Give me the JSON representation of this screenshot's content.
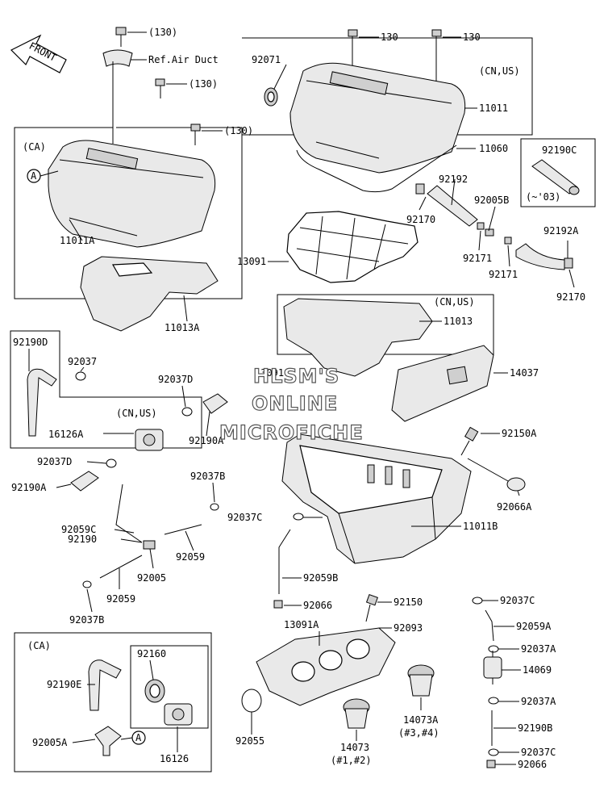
{
  "direction_arrow": "FRONT",
  "callouts": [
    "(130)",
    "Ref.Air Duct",
    "(130)",
    "(130)",
    "130",
    "130",
    "92071",
    "(CN,US)",
    "11011",
    "11060",
    "(CA)",
    "11011A",
    "11013A",
    "92190C",
    "(~'03)",
    "92192",
    "92005B",
    "92170",
    "92171",
    "92171",
    "92192A",
    "92170",
    "13091",
    "(CN,US)",
    "11013",
    "13091",
    "14037",
    "92190D",
    "92037",
    "92037D",
    "(CN,US)",
    "16126A",
    "92190A",
    "92037D",
    "92190A",
    "92037B",
    "92059C",
    "92190",
    "92005",
    "92059",
    "92059",
    "92037B",
    "92150A",
    "92066A",
    "11011B",
    "92037C",
    "92059B",
    "92066",
    "92150",
    "13091A",
    "92093",
    "92037C",
    "92059A",
    "92037A",
    "14069",
    "92037A",
    "92190B",
    "92037C",
    "92066",
    "(CA)",
    "92160",
    "92190E",
    "92005A",
    "16126",
    "92055",
    "14073",
    "(#1,#2)",
    "14073A",
    "(#3,#4)"
  ],
  "circle_markers": [
    "A",
    "A"
  ],
  "watermark": [
    "HLSM'S",
    "ONLINE",
    "MICROFICHE"
  ]
}
